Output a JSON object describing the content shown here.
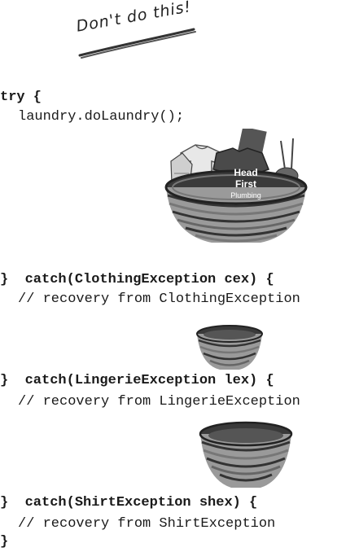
{
  "note": "Don't do this!",
  "code": {
    "try_line": "try {",
    "call_line": "laundry.doLaundry();",
    "catch1": "}  catch(ClothingException cex) {",
    "comment1": "// recovery from ClothingException",
    "catch2": "}  catch(LingerieException lex) {",
    "comment2": "// recovery from LingerieException",
    "catch3": "}  catch(ShirtException shex) {",
    "comment3": "// recovery from ShirtException",
    "closing": "}"
  },
  "shirt": {
    "line1": "Head",
    "line2": "First",
    "line3": "Plumbing"
  },
  "icons": [
    "large-laundry-basket-icon",
    "small-basket-icon",
    "medium-basket-icon"
  ]
}
